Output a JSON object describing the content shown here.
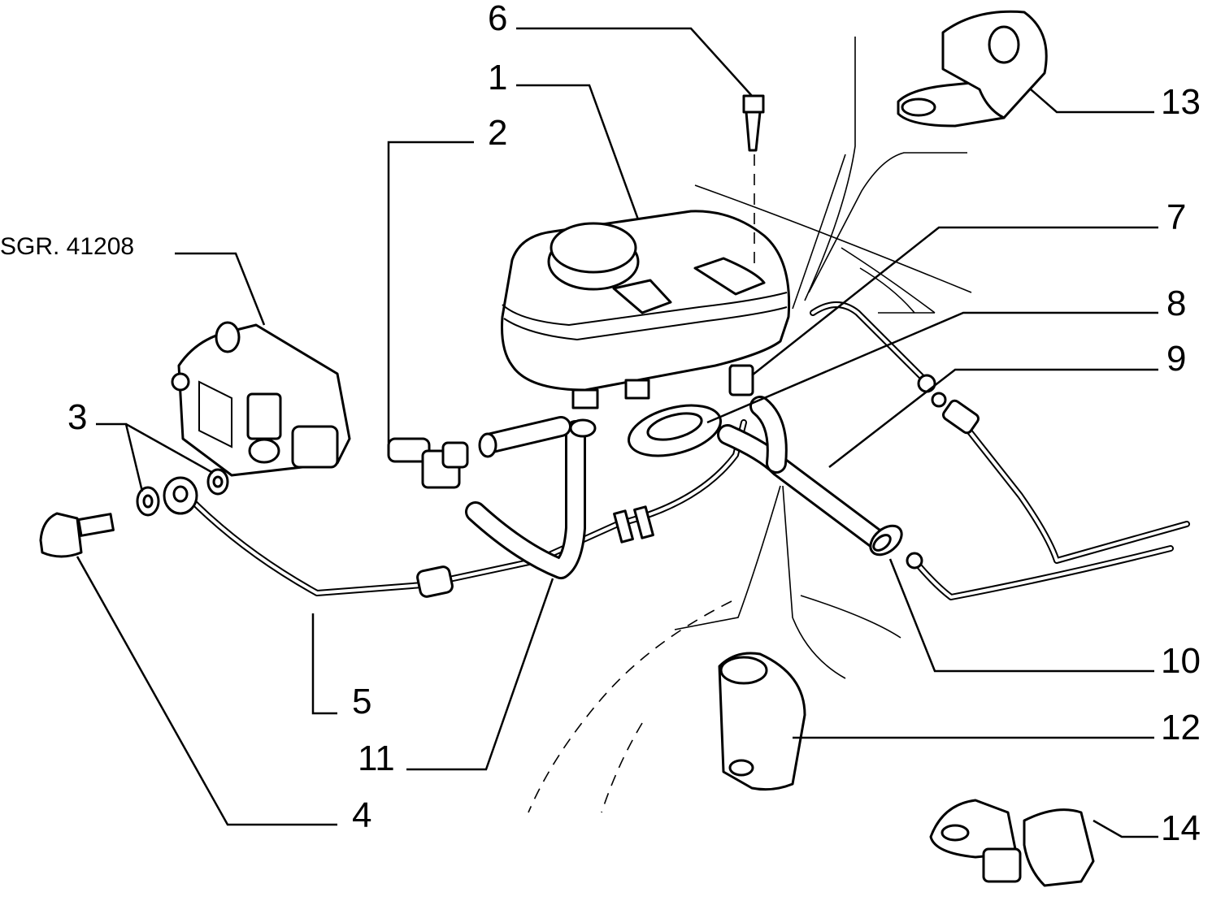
{
  "diagram": {
    "reference": "SGR. 41208",
    "callouts": [
      "1",
      "2",
      "3",
      "4",
      "5",
      "6",
      "7",
      "8",
      "9",
      "10",
      "11",
      "12",
      "13",
      "14"
    ]
  },
  "parts": [
    {
      "id": "reservoir",
      "callout": "1"
    },
    {
      "id": "tee-connector",
      "callout": "2"
    },
    {
      "id": "washers",
      "callout": "3"
    },
    {
      "id": "banjo-bolt",
      "callout": "4"
    },
    {
      "id": "cable-pipe",
      "callout": "5"
    },
    {
      "id": "screw",
      "callout": "6"
    },
    {
      "id": "union",
      "callout": "7"
    },
    {
      "id": "grommet",
      "callout": "8"
    },
    {
      "id": "feed-hose",
      "callout": "9"
    },
    {
      "id": "hose-clip",
      "callout": "10"
    },
    {
      "id": "return-hose",
      "callout": "11"
    },
    {
      "id": "pipe-clip",
      "callout": "12"
    },
    {
      "id": "bracket",
      "callout": "13"
    },
    {
      "id": "support-bracket",
      "callout": "14"
    },
    {
      "id": "pump",
      "callout": "SGR. 41208"
    }
  ]
}
